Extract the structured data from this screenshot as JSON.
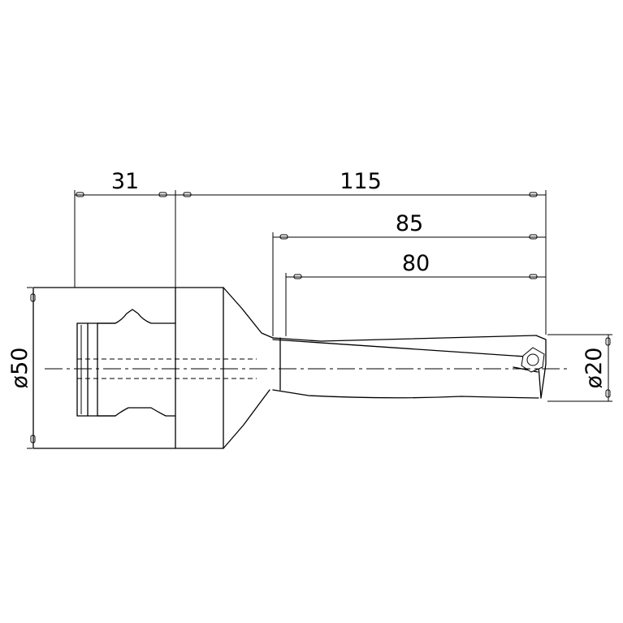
{
  "dimensions": {
    "collar_length": "31",
    "overall_length": "115",
    "flute_length": "85",
    "usable_length": "80",
    "shank_diameter": "ø50",
    "drill_diameter": "ø20"
  }
}
